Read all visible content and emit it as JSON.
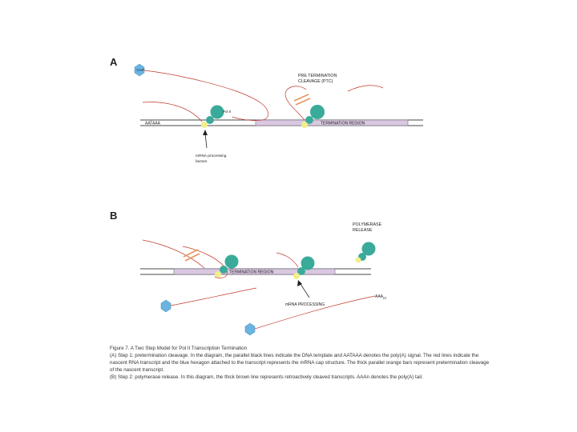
{
  "panel_a": {
    "label": "A",
    "cap_label": "CAP",
    "pol_label": "Pol II",
    "ptc_label": "PRE TERMINATION CLEAVAGE (PTC)",
    "ptc_line1": "PRE TERMINATION",
    "ptc_line2": "CLEAVAGE (PTC)",
    "aataaa": "AATAAA",
    "termination_region": "TERMINATION REGION",
    "factors_line1": "mRNA processing",
    "factors_line2": "factors"
  },
  "panel_b": {
    "label": "B",
    "release_line1": "POLYMERASE",
    "release_line2": "RELEASE",
    "termination_region": "TERMINATION REGION",
    "mrna_processing": "mRNA PROCESSING",
    "poly_a": "AAA",
    "poly_a_sub": "(n)"
  },
  "caption": {
    "title": "Figure 7. A Two Step Model for Pol II Transcription Termination",
    "para_a": "(A) Step 1: pretermination cleavage. In the diagram, the parallel black lines indicate the DNA template and AATAAA denotes the poly(A) signal. The red lines indicate the nascent RNA transcript and the blue hexagon attached to the transcript represents the mRNA cap structure. The thick parallel orange bars represent pretermination cleavage of the nascent transcript.",
    "para_b": "(B) Step 2: polymerase release. In this diagram, the thick brown line represents retroactively cleaved transcripts. AAAn denotes the poly(A) tail."
  },
  "colors": {
    "dna_line": "#4a4a4a",
    "termination_box": "#d9c8e0",
    "rna": "#c0392b",
    "polymerase": "#3aaa9a",
    "factor": "#f2ee8a",
    "cap": "#6ab4e0",
    "cleavage": "#e8945a"
  }
}
